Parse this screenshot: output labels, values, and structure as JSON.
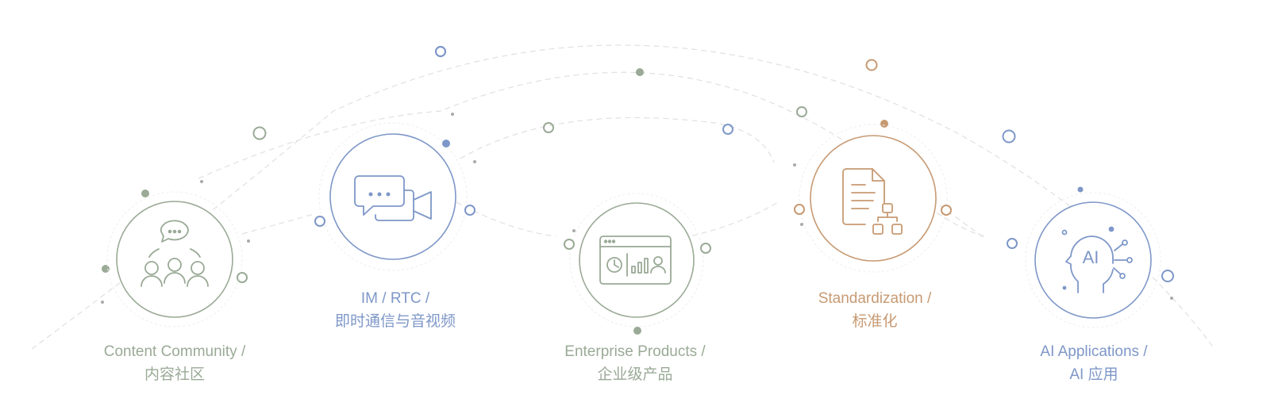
{
  "colors": {
    "green": "#9aaa96",
    "blue": "#7e97c8",
    "orange": "#c79a73",
    "arc": "#dddddd"
  },
  "nodes": [
    {
      "id": "content-community",
      "icon": "community-chat-icon",
      "color": "green",
      "label_en": "Content Community /",
      "label_zh": "内容社区"
    },
    {
      "id": "im-rtc",
      "icon": "chat-video-icon",
      "color": "blue",
      "label_en": "IM / RTC /",
      "label_zh": "即时通信与音视频"
    },
    {
      "id": "enterprise-products",
      "icon": "dashboard-window-icon",
      "color": "green",
      "label_en": "Enterprise Products /",
      "label_zh": "企业级产品"
    },
    {
      "id": "standardization",
      "icon": "document-flowchart-icon",
      "color": "orange",
      "label_en": "Standardization /",
      "label_zh": "标准化"
    },
    {
      "id": "ai-applications",
      "icon": "ai-head-icon",
      "color": "blue",
      "label_en": "AI Applications /",
      "label_zh": "AI 应用",
      "icon_text": "AI"
    }
  ]
}
